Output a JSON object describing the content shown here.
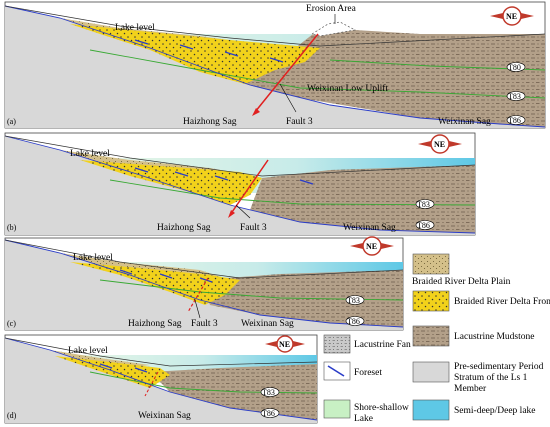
{
  "panels": [
    {
      "id": "a",
      "letter": "(a)",
      "lake_level": "Lake level",
      "erosion": "Erosion Area",
      "uplift": "Weixinan Low Uplift",
      "left_sag": "Haizhong Sag",
      "fault": "Fault 3",
      "right_sag": "Weixinan Sag",
      "markers": [
        "T80",
        "T83",
        "T86"
      ]
    },
    {
      "id": "b",
      "letter": "(b)",
      "lake_level": "Lake level",
      "left_sag": "Haizhong Sag",
      "fault": "Fault 3",
      "right_sag": "Weixinan Sag",
      "markers": [
        "T83",
        "T86"
      ]
    },
    {
      "id": "c",
      "letter": "(c)",
      "lake_level": "Lake level",
      "left_sag": "Haizhong Sag",
      "fault": "Fault 3",
      "right_sag": "Weixinan Sag",
      "markers": [
        "T83",
        "T86"
      ]
    },
    {
      "id": "d",
      "letter": "(d)",
      "lake_level": "Lake level",
      "right_sag": "Weixinan Sag",
      "markers": [
        "T83",
        "T86"
      ]
    }
  ],
  "compass": {
    "label": "NE"
  },
  "legend": [
    {
      "key": "delta_plain",
      "label": "Braided River Delta Plain"
    },
    {
      "key": "delta_front",
      "label": "Braided River Delta Front"
    },
    {
      "key": "mudstone",
      "label": "Lacustrine Mudstone"
    },
    {
      "key": "lacustrine_fan",
      "label": "Lacustrine Fan"
    },
    {
      "key": "pre_sed_line1",
      "label": "Pre-sedimentary Period"
    },
    {
      "key": "pre_sed_line2",
      "label": "Stratum of the Ls 1"
    },
    {
      "key": "pre_sed_line3",
      "label": "Member"
    },
    {
      "key": "foreset",
      "label": "Foreset"
    },
    {
      "key": "shore_line1",
      "label": "Shore-shallow"
    },
    {
      "key": "shore_line2",
      "label": "Lake"
    },
    {
      "key": "deep",
      "label": "Semi-deep/Deep lake"
    }
  ],
  "colors": {
    "delta_front": "#f2d21b",
    "delta_plain": "#d4c08a",
    "mudstone": "#b3a089",
    "pre_sed": "#d8d8d8",
    "lake_left": "#e6f6e4",
    "lake_right": "#5cc8e6",
    "fault": "#e02020",
    "foreset": "#2a3cc8",
    "marker_line": "#3aa935",
    "base_line": "#2a3cc8"
  }
}
